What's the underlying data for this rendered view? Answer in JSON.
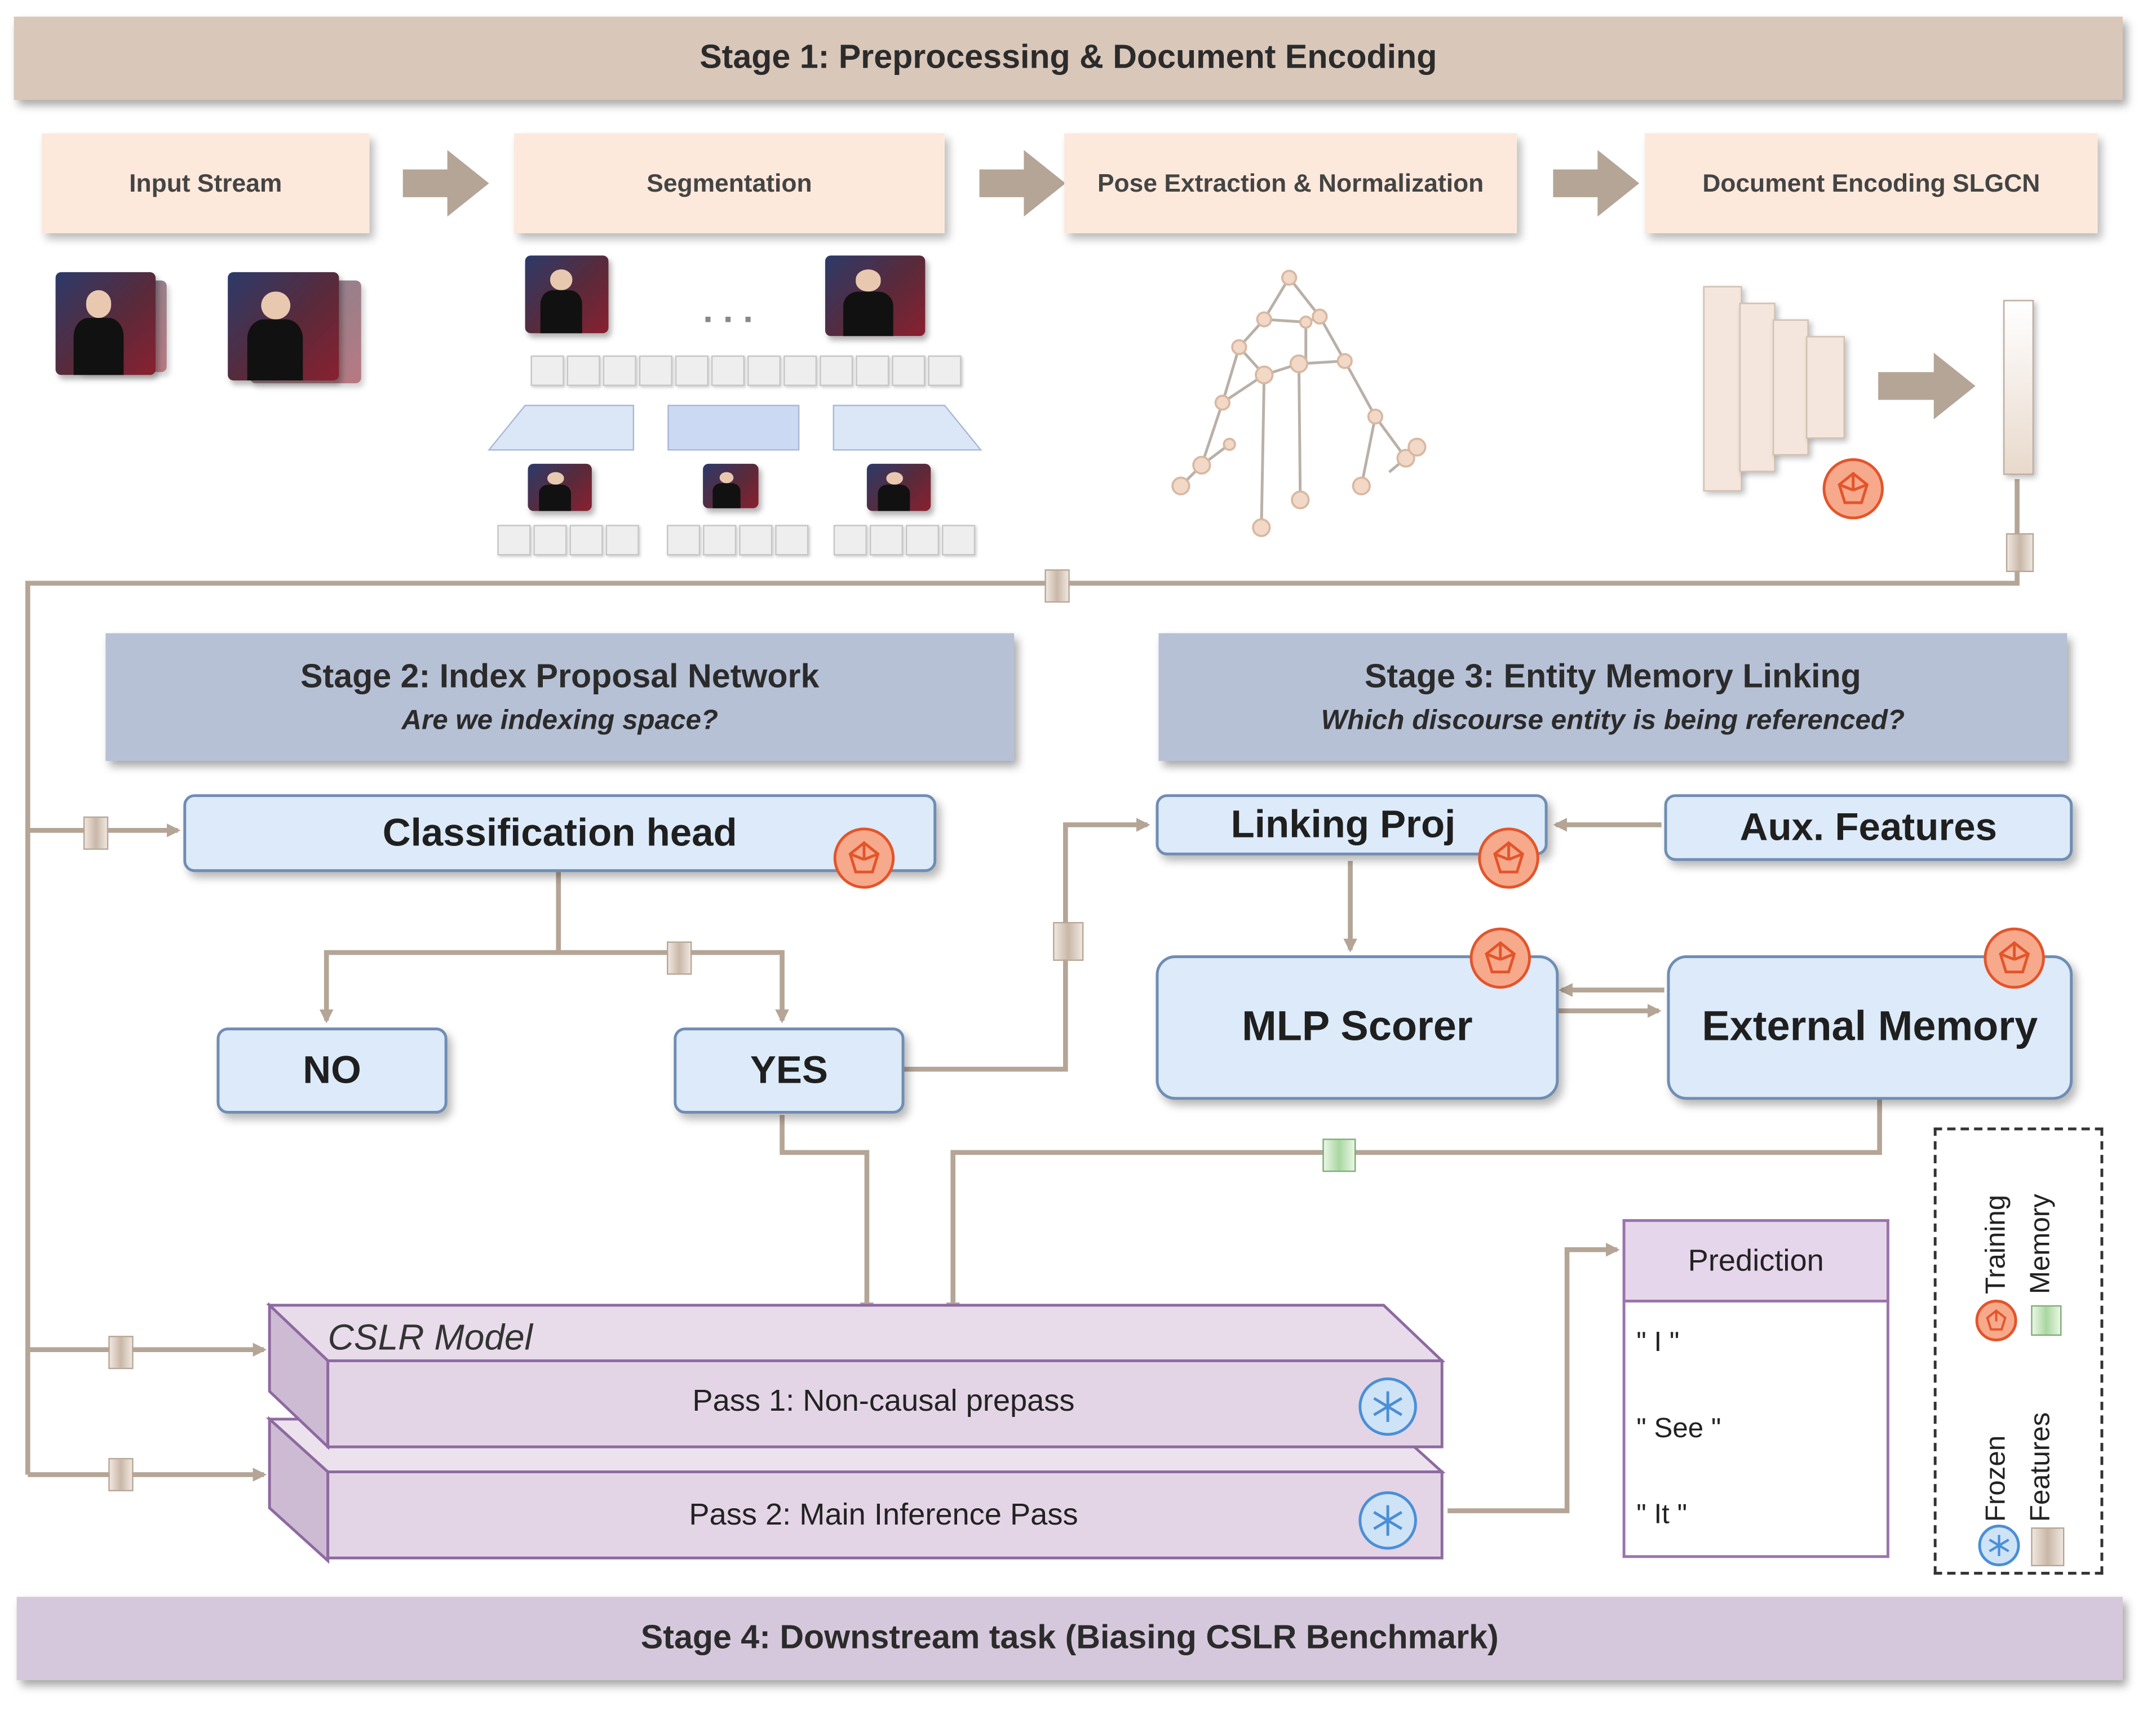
{
  "stage1": {
    "title": "Stage 1: Preprocessing & Document Encoding"
  },
  "stage1_steps": {
    "input": "Input Stream",
    "segmentation": "Segmentation",
    "pose": "Pose Extraction & Normalization",
    "doc": "Document Encoding SLGCN"
  },
  "segmentation_dots": ". . .",
  "stage2": {
    "title": "Stage 2: Index Proposal Network",
    "subtitle": "Are we indexing space?"
  },
  "stage3": {
    "title": "Stage 3: Entity Memory Linking",
    "subtitle": "Which discourse entity is being referenced?"
  },
  "stage4": {
    "title": "Stage 4: Downstream task (Biasing CSLR Benchmark)"
  },
  "nodes": {
    "classification": "Classification head",
    "no": "NO",
    "yes": "YES",
    "linking": "Linking Proj",
    "aux": "Aux. Features",
    "mlp": "MLP Scorer",
    "memory": "External Memory"
  },
  "cslr": {
    "title": "CSLR Model",
    "pass1": "Pass 1:  Non-causal prepass",
    "pass2": "Pass 2: Main Inference Pass"
  },
  "prediction": {
    "title": "Prediction",
    "items": [
      "\" I \"",
      "\" See \"",
      "\" It \""
    ]
  },
  "legend": {
    "training": "Training",
    "memory": "Memory",
    "frozen": "Frozen",
    "features": "Features"
  },
  "colors": {
    "arrow": "#b5a596",
    "node_fill": "#dceaf9",
    "node_border": "#6f8db3",
    "training_badge": "#e3552a",
    "frozen_badge": "#4a8fd6",
    "cslr_fill": "#e3d5e6",
    "cslr_border": "#8e6aa0"
  },
  "icons": [
    "training-badge-icon",
    "frozen-snowflake-icon",
    "memory-chip-icon",
    "feature-chip-icon",
    "skeleton-pose-icon",
    "video-frame-icon"
  ]
}
